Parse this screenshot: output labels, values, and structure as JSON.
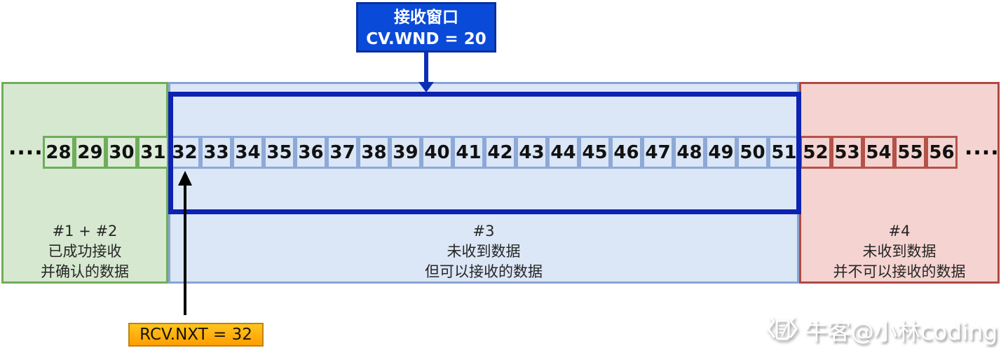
{
  "title_box": {
    "line1": "接收窗口",
    "line2": "CV.WND = 20"
  },
  "cells": {
    "green": [
      "28",
      "29",
      "30",
      "31"
    ],
    "blue": [
      "32",
      "33",
      "34",
      "35",
      "36",
      "37",
      "38",
      "39",
      "40",
      "41",
      "42",
      "43",
      "44",
      "45",
      "46",
      "47",
      "48",
      "49",
      "50",
      "51"
    ],
    "red": [
      "52",
      "53",
      "54",
      "55",
      "56"
    ]
  },
  "ellipsis_left": "·····",
  "ellipsis_right": "·····",
  "regions": {
    "green": {
      "lines": [
        "#1 + #2",
        "已成功接收",
        "并确认的数据"
      ]
    },
    "blue": {
      "lines": [
        "#3",
        "未收到数据",
        "但可以接收的数据"
      ]
    },
    "red": {
      "lines": [
        "#4",
        "未收到数据",
        "并不可以接收的数据"
      ]
    }
  },
  "rcv_nxt_label": "RCV.NXT = 32",
  "watermark": "牛客@小林coding",
  "colors": {
    "green_fill": "#d6e8d0",
    "green_border": "#71ac5b",
    "blue_fill": "#dbe6f6",
    "blue_cell_border": "#8ea9d6",
    "red_fill": "#f4d3d0",
    "red_border": "#ae4a42",
    "window_border": "#0d22b2",
    "title_box_fill": "#0a4ad8",
    "title_box_border": "#0a2f9e",
    "rcv_box_fill": "#ffb10f",
    "rcv_box_border": "#c08413",
    "arrow_blue": "#0c2fb6",
    "arrow_black": "#000000"
  }
}
